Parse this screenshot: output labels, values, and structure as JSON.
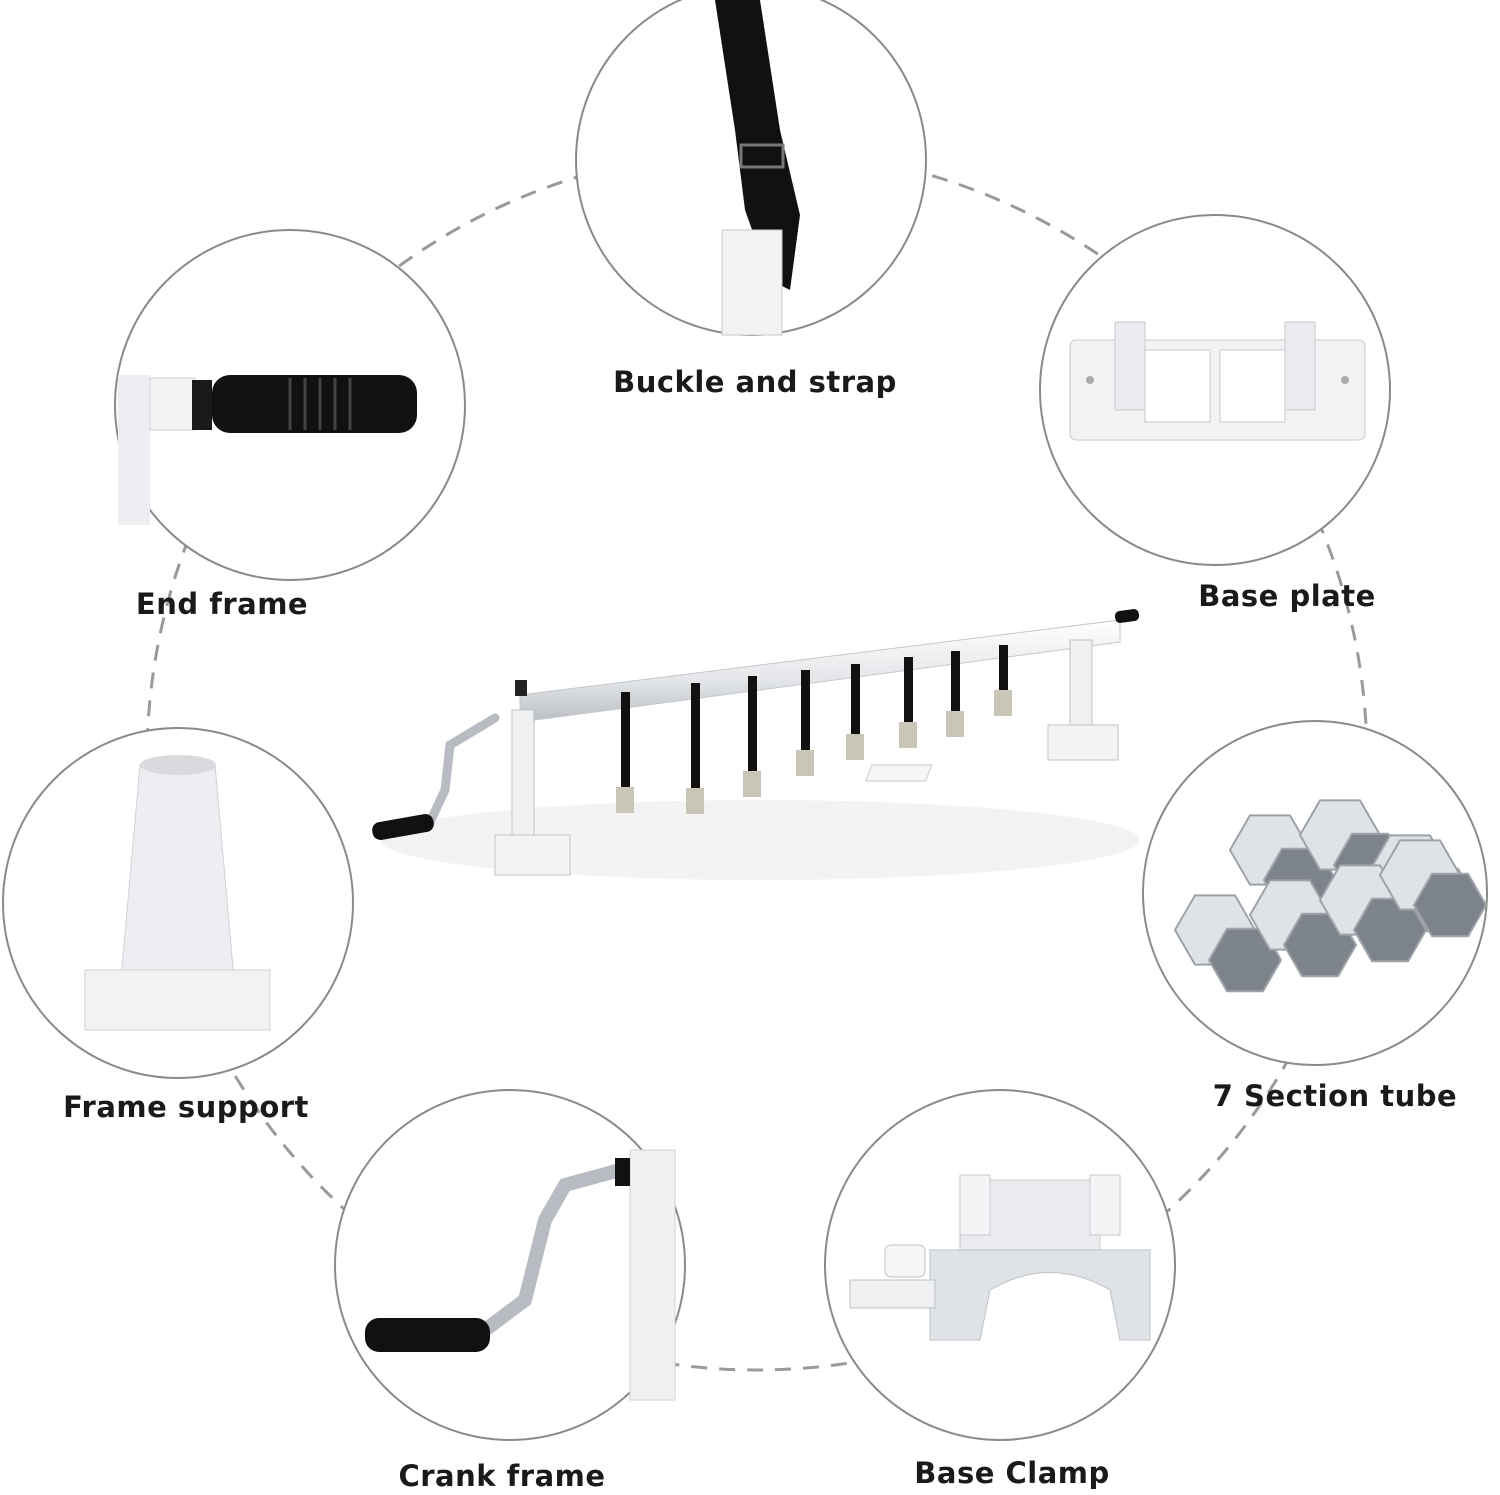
{
  "parts": [
    {
      "id": "buckle-and-strap",
      "label": "Buckle and strap"
    },
    {
      "id": "end-frame",
      "label": "End frame"
    },
    {
      "id": "base-plate",
      "label": "Base plate"
    },
    {
      "id": "frame-support",
      "label": "Frame support"
    },
    {
      "id": "section-tube",
      "label": "7 Section tube"
    },
    {
      "id": "crank-frame",
      "label": "Crank frame"
    },
    {
      "id": "base-clamp",
      "label": "Base Clamp"
    }
  ],
  "colors": {
    "circle_border": "#8a8a8a",
    "dash": "#9a9a9a",
    "black_part": "#111111",
    "white_part": "#eeeff2",
    "metal": "#b8bcc2"
  }
}
